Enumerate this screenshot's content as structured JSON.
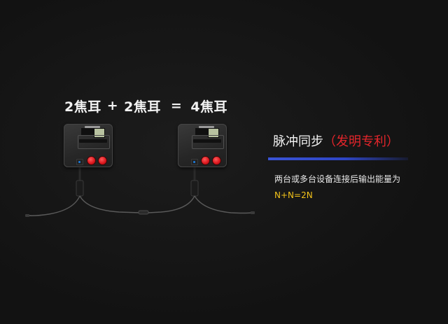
{
  "headline": {
    "left_term": "2焦耳",
    "plus": "+",
    "right_term": "2焦耳",
    "equals": "=",
    "result": "4焦耳"
  },
  "devices": [
    {
      "name": "energizer-left"
    },
    {
      "name": "energizer-right"
    }
  ],
  "feature": {
    "title": "脉冲同步",
    "patent": "（发明专利）",
    "description": "两台或多台设备连接后输出能量为",
    "formula": "N+N=2N"
  },
  "colors": {
    "background": "#141414",
    "accent_red": "#e4252b",
    "accent_blue": "#3a54d6",
    "formula_yellow": "#f2c21a",
    "knob_red": "#d9141b"
  },
  "icons": {
    "knob": "red-knob-icon",
    "terminal": "terminal-connector-icon"
  }
}
